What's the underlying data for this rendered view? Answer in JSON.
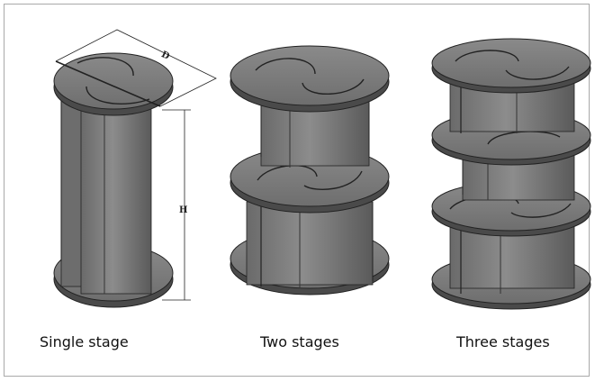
{
  "figure": {
    "rotors": [
      {
        "label": "Single stage",
        "stages": 1
      },
      {
        "label": "Two stages",
        "stages": 2
      },
      {
        "label": "Three stages",
        "stages": 3
      }
    ],
    "dimensions": {
      "diameter_label": "D",
      "height_label": "H"
    },
    "colors": {
      "surface": "#808080",
      "shade": "#5f5f5f",
      "dark": "#3b3b3b",
      "edge": "#222222",
      "frame": "#a9a9a9"
    }
  }
}
